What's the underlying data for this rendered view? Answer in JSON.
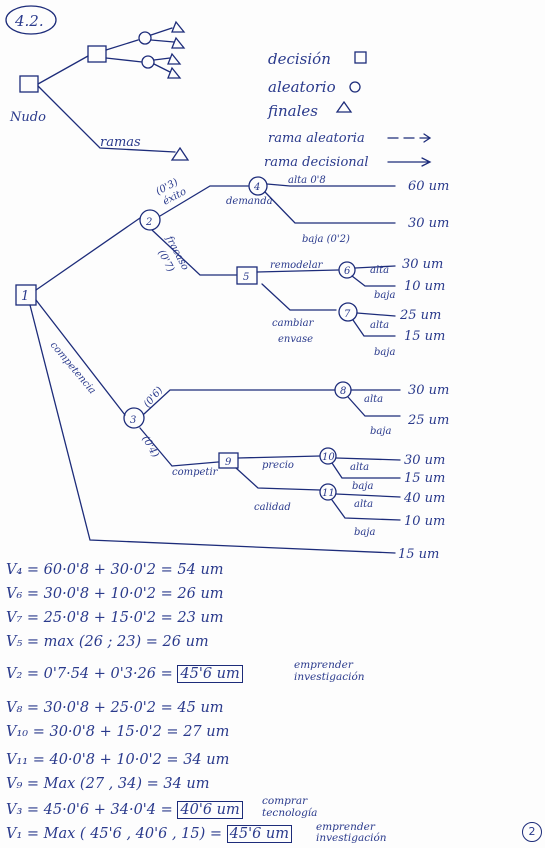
{
  "section": "4.2.",
  "legend": {
    "node_label": "Nudo",
    "branches_label": "ramas",
    "decision": "decisión",
    "chance": "aleatorio",
    "final": "finales",
    "chance_branch": "rama aleatoria",
    "decision_branch": "rama decisional"
  },
  "tree": {
    "root": "1",
    "n2": "2",
    "n3": "3",
    "n4": "4",
    "n5": "5",
    "n6": "6",
    "n7": "7",
    "n8": "8",
    "n9": "9",
    "n10": "10",
    "n11": "11",
    "exito": "éxito",
    "exito_p": "(0'3)",
    "fracaso": "fracaso",
    "fracaso_p": "(0'7)",
    "demanda": "demanda",
    "alta_08": "alta 0'8",
    "baja_02": "baja (0'2)",
    "remodelar": "remodelar",
    "cambiar_envase_1": "cambiar",
    "cambiar_envase_2": "envase",
    "competencia": "competencia",
    "p_06": "(0'6)",
    "p_04": "(0'4)",
    "competir": "competir",
    "precio": "precio",
    "calidad": "calidad",
    "alta": "alta",
    "baja": "baja",
    "v60": "60 um",
    "v30a": "30 um",
    "v30b": "30 um",
    "v10a": "10 um",
    "v25a": "25 um",
    "v15a": "15 um",
    "v30c": "30 um",
    "v25b": "25 um",
    "v30d": "30 um",
    "v15b": "15 um",
    "v40": "40 um",
    "v10b": "10 um",
    "v15c": "15 um"
  },
  "equations": {
    "v4": "V₄ = 60·0'8 + 30·0'2 = 54 um",
    "v6": "V₆ = 30·0'8 + 10·0'2 = 26 um",
    "v7": "V₇ = 25·0'8 + 15·0'2 = 23 um",
    "v5": "V₅ = max (26 ; 23) = 26 um",
    "v2_pre": "V₂ = 0'7·54 + 0'3·26 = ",
    "v2_box": "45'6 um",
    "v2_note1": "emprender",
    "v2_note2": "investigación",
    "v8": "V₈ = 30·0'8 + 25·0'2 = 45 um",
    "v10": "V₁₀ = 30·0'8 + 15·0'2 = 27 um",
    "v11": "V₁₁ = 40·0'8 + 10·0'2 = 34 um",
    "v9": "V₉ = Max (27 , 34) = 34 um",
    "v3_pre": "V₃ = 45·0'6 + 34·0'4 = ",
    "v3_box": "40'6 um",
    "v3_note1": "comprar",
    "v3_note2": "tecnología",
    "v1_pre": "V₁ = Max ( 45'6 , 40'6 , 15) = ",
    "v1_box": "45'6 um",
    "v1_note1": "emprender",
    "v1_note2": "investigación"
  },
  "page_number": "2"
}
